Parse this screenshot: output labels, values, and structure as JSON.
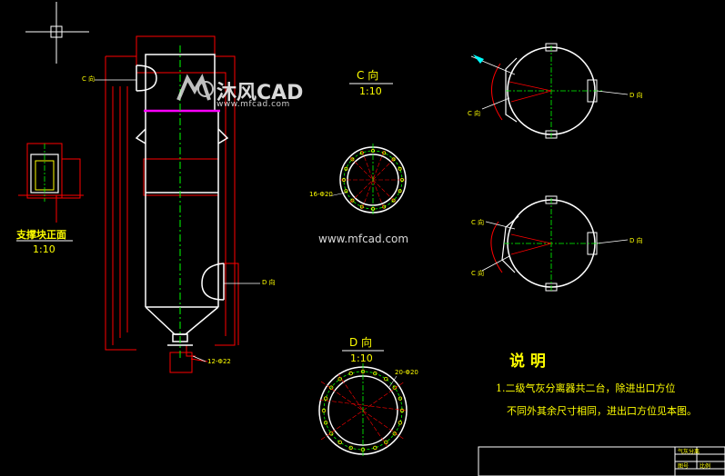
{
  "watermark": {
    "logo_text": "沐风CAD",
    "logo_url": "www.mfcad.com",
    "center_text": "www.mfcad.com"
  },
  "labels": {
    "c_view_title": "C 向",
    "c_view_scale": "1:10",
    "d_view_title": "D 向",
    "d_view_scale": "1:10",
    "support_title": "支撑块正面",
    "support_scale": "1:10",
    "c_dir_left": "C 向",
    "d_dir_right": "D 向",
    "c_ring_holes": "16-Φ20",
    "d_ring_holes": "20-Φ20",
    "bottom_holes": "12-Φ22",
    "top_right_d": "D 向",
    "top_right_c": "C 向",
    "mid_right_c": "C 向",
    "mid_right_d": "D 向",
    "mid_right_c2": "C 向"
  },
  "notes": {
    "heading": "说 明",
    "line1": "1.二级气灰分离器共二台，除进出口方位",
    "line2": "不同外其余尺寸相同，进出口方位见本图。"
  },
  "title_block": {
    "cell1": "气灰分离",
    "cell2": "图号",
    "cell3": "比例"
  },
  "colors": {
    "background": "#000000",
    "red": "#ff0000",
    "white": "#ffffff",
    "green": "#00ff00",
    "yellow": "#ffff00",
    "magenta": "#ff00ff",
    "cyan": "#00ffff"
  }
}
